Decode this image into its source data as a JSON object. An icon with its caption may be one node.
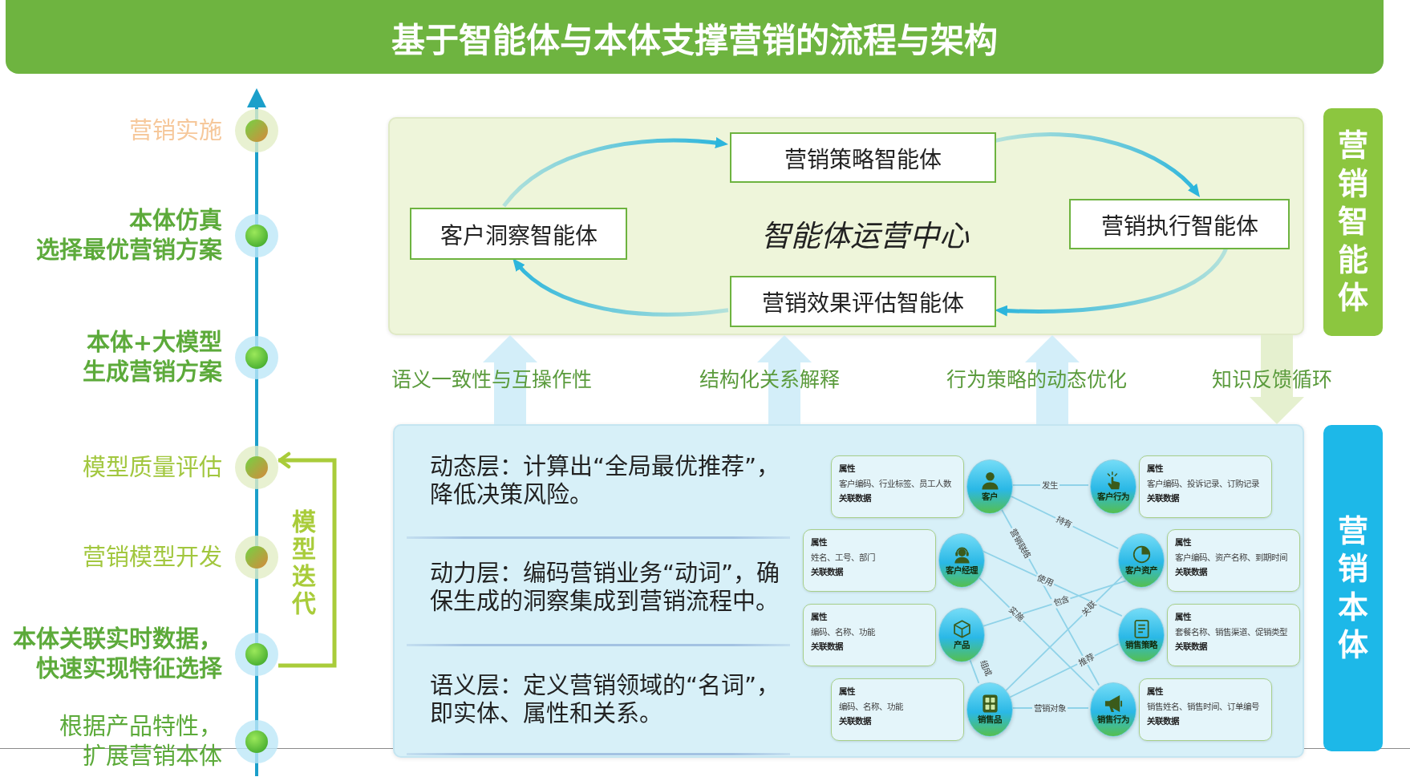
{
  "diagram": {
    "title": "基于智能体与本体支撑营销的流程与架构",
    "nodes": [
      {
        "text": [],
        "shape": "circle",
        "beside": [
          "营销实施"
        ]
      },
      {
        "text": [],
        "shape": "circle",
        "beside": [
          "本体仿真",
          "选择最优营销方案"
        ]
      },
      {
        "text": [],
        "shape": "circle",
        "beside": [
          "本体+大模型",
          "生成营销方案"
        ]
      },
      {
        "text": [],
        "shape": "circle",
        "beside": [
          "模型质量评估"
        ]
      },
      {
        "text": [],
        "shape": "circle",
        "beside": [
          "营销模型开发"
        ]
      },
      {
        "text": [],
        "shape": "circle",
        "beside": [
          "本体关联实时数据，快速实现特征选择"
        ]
      },
      {
        "text": [],
        "shape": "circle",
        "beside": [
          "根据产品特性，扩展营销本体"
        ]
      },
      {
        "text": [
          "智能体运营中心"
        ]
      },
      {
        "text": [
          "营销策略智能体"
        ],
        "in": 7
      },
      {
        "text": [
          "客户洞察智能体"
        ],
        "in": 7
      },
      {
        "text": [
          "营销执行智能体"
        ],
        "in": 7
      },
      {
        "text": [
          "营销效果评估智能体"
        ],
        "in": 7
      },
      {
        "text": [
          "营销智能体"
        ]
      },
      {
        "text": [],
        "shape": "box"
      },
      {
        "text": [
          "动态层：计算出“全局最优推荐”，降低决策风险。"
        ],
        "in": 13
      },
      {
        "text": [
          "动力层：编码营销业务“动词”，确保生成的洞察集成到营销流程中。"
        ],
        "in": 13
      },
      {
        "text": [
          "语义层：定义营销领域的“名词”，即实体、属性和关系。"
        ],
        "in": 13
      },
      {
        "text": [
          "属性",
          "客户编码、行业标签、员工人数",
          "关联数据"
        ],
        "in": 13
      },
      {
        "text": [
          "客户"
        ],
        "in": 13
      },
      {
        "text": [
          "客户行为"
        ],
        "in": 13
      },
      {
        "text": [
          "属性",
          "客户编码、投诉记录、订购记录",
          "关联数据"
        ],
        "in": 13
      },
      {
        "text": [
          "属性",
          "姓名、工号、部门",
          "关联数据"
        ],
        "in": 13
      },
      {
        "text": [
          "客户经理"
        ],
        "in": 13
      },
      {
        "text": [
          "客户资产"
        ],
        "in": 13
      },
      {
        "text": [
          "属性",
          "客户编码、资产名称、到期时间",
          "关联数据"
        ],
        "in": 13
      },
      {
        "text": [
          "属性",
          "编码、名称、功能",
          "关联数据"
        ],
        "in": 13
      },
      {
        "text": [
          "产品"
        ],
        "in": 13
      },
      {
        "text": [
          "销售策略"
        ],
        "in": 13
      },
      {
        "text": [
          "属性",
          "套餐名称、销售渠道、促销类型",
          "关联数据"
        ],
        "in": 13
      },
      {
        "text": [
          "属性",
          "编码、名称、功能",
          "关联数据"
        ],
        "in": 13
      },
      {
        "text": [
          "销售品"
        ],
        "in": 13
      },
      {
        "text": [
          "销售行为"
        ],
        "in": 13
      },
      {
        "text": [
          "属性",
          "销售姓名、销售时间、订单编号",
          "关联数据"
        ],
        "in": 13
      },
      {
        "text": [
          "营销本体"
        ]
      }
    ],
    "edges": [
      {
        "from": 5,
        "to": 3,
        "arrow": "to",
        "label": "模型迭代",
        "style": "thick",
        "color": "#a9cc3a"
      },
      {
        "from": 9,
        "to": 8,
        "arrow": "to",
        "style": "thick",
        "color": "#2cb5dc"
      },
      {
        "from": 8,
        "to": 10,
        "arrow": "to",
        "style": "thick",
        "color": "#2cb5dc"
      },
      {
        "from": 10,
        "to": 11,
        "arrow": "to",
        "style": "thick",
        "color": "#2cb5dc"
      },
      {
        "from": 11,
        "to": 9,
        "arrow": "to",
        "style": "thick",
        "color": "#2cb5dc"
      },
      {
        "from": 13,
        "to": 7,
        "arrow": "to",
        "label": "语义一致性与互操作性",
        "style": "thick",
        "color": "#d3eef9"
      },
      {
        "from": 13,
        "to": 7,
        "arrow": "to",
        "label": "结构化关系解释",
        "style": "thick",
        "color": "#d3eef9"
      },
      {
        "from": 13,
        "to": 7,
        "arrow": "to",
        "label": "行为策略的动态优化",
        "style": "thick",
        "color": "#d3eef9"
      },
      {
        "from": 7,
        "to": 13,
        "arrow": "to",
        "label": "知识反馈循环",
        "style": "thick",
        "color": "#e5f0cf"
      },
      {
        "from": 18,
        "to": 19,
        "arrow": "none",
        "label": "发生"
      },
      {
        "from": 18,
        "to": 23,
        "arrow": "none",
        "label": "持有"
      },
      {
        "from": 18,
        "to": 31,
        "arrow": "none",
        "label": "营销联络"
      },
      {
        "from": 22,
        "to": 27,
        "arrow": "none",
        "label": "使用"
      },
      {
        "from": 22,
        "to": 31,
        "arrow": "none",
        "label": "实施"
      },
      {
        "from": 26,
        "to": 23,
        "arrow": "none",
        "label": "包含"
      },
      {
        "from": 26,
        "to": 30,
        "arrow": "none",
        "label": "组成"
      },
      {
        "from": 30,
        "to": 23,
        "arrow": "none",
        "label": "关联"
      },
      {
        "from": 30,
        "to": 27,
        "arrow": "none",
        "label": "推荐"
      },
      {
        "from": 30,
        "to": 31,
        "arrow": "none",
        "label": "营销对象"
      }
    ]
  }
}
